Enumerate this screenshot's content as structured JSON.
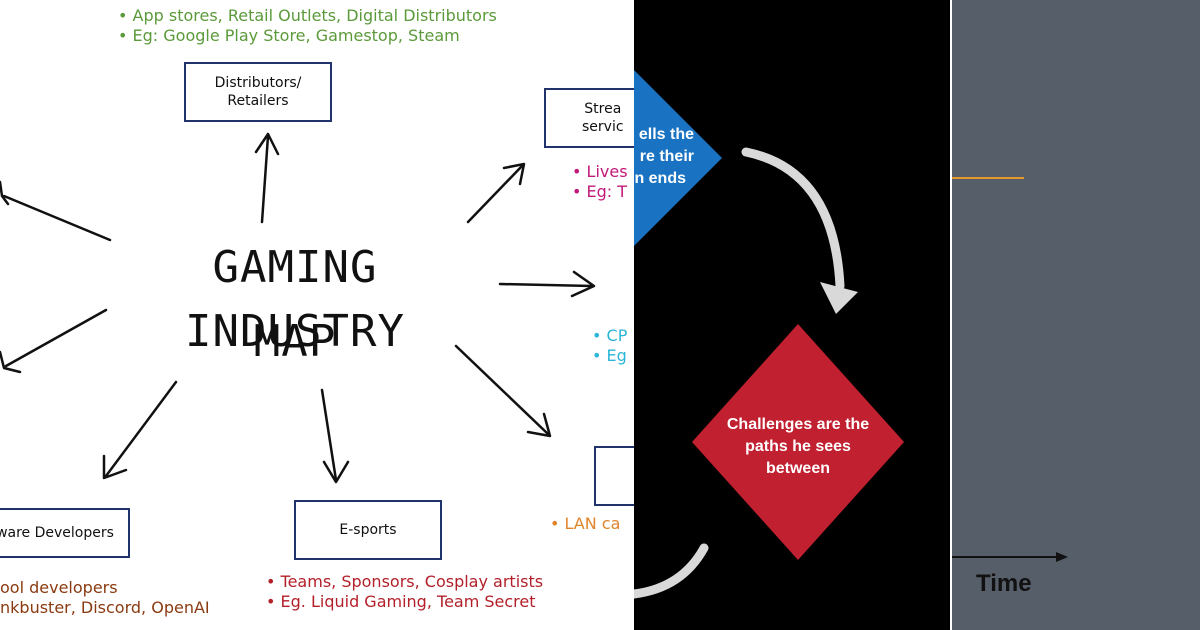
{
  "map": {
    "title_line1": "GAMING INDUSTRY",
    "title_line2": "MAP",
    "nodes": {
      "distributors": "Distributors/\nRetailers",
      "streaming": "Strea\nservic",
      "software": "ware Developers",
      "esports": "E-sports"
    },
    "notes": {
      "distributors_1": "• App stores, Retail Outlets, Digital Distributors",
      "distributors_2": "• Eg: Google Play Store, Gamestop, Steam",
      "streaming_1": "• Lives",
      "streaming_2": "• Eg: T",
      "hardware_1": "• CP",
      "hardware_2": "• Eg",
      "software_1": "ool developers",
      "software_2": "nkbuster, Discord, OpenAI",
      "esports_1": "• Teams, Sponsors, Cosplay artists",
      "esports_2": "• Eg. Liquid Gaming, Team Secret",
      "lan_1": "• LAN ca"
    },
    "colors": {
      "green": "#5b9a3a",
      "magenta": "#c2187a",
      "cyan": "#2bb5d6",
      "brown": "#8a3a10",
      "red": "#b3202a",
      "orange": "#e0842a",
      "box_border": "#20336b"
    }
  },
  "flow": {
    "blue_text_1": "ells the",
    "blue_text_2": "re their",
    "blue_text_3": "n ends",
    "red_text_1": "Challenges are the",
    "red_text_2": "paths he sees",
    "red_text_3": "between",
    "colors": {
      "blue": "#1a73c2",
      "red": "#c0202f",
      "arc": "#d9d9d9"
    }
  },
  "chart": {
    "x_label": "Time",
    "colors": {
      "background": "#565f69",
      "line": "#e39a2a"
    }
  }
}
